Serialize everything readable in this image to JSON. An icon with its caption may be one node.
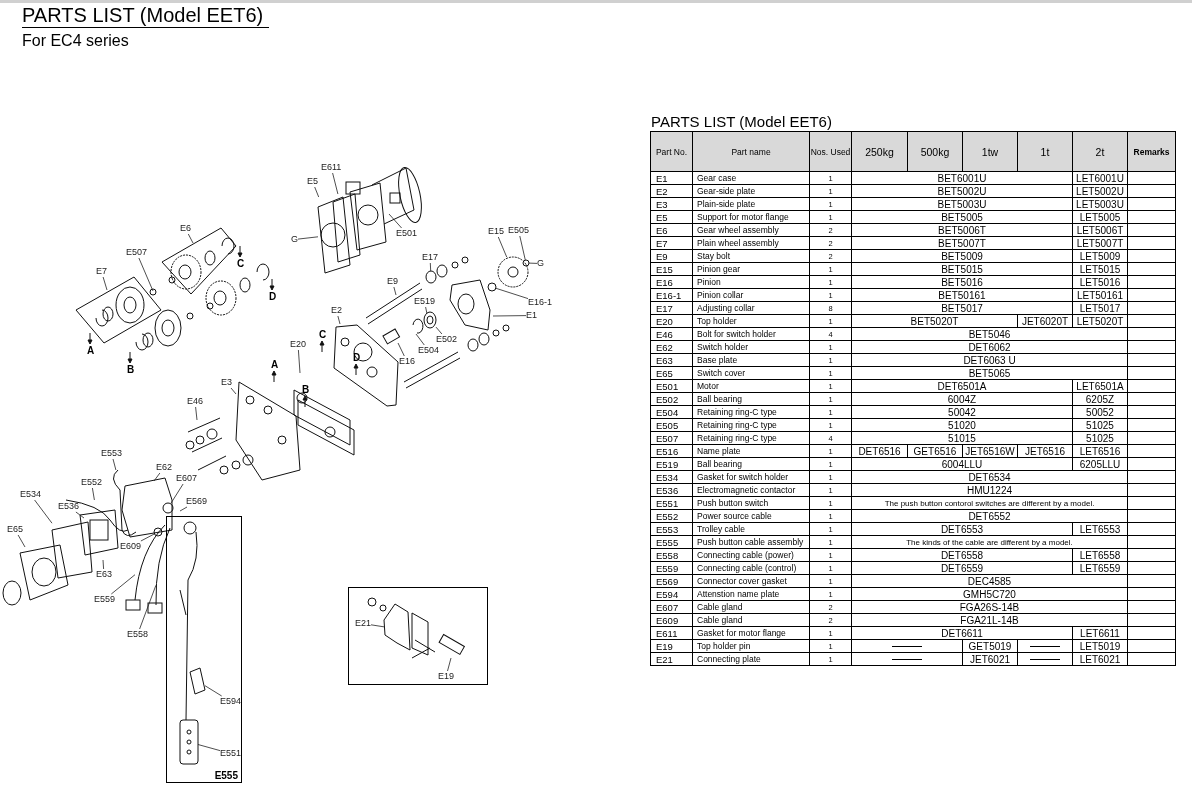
{
  "diagram": {
    "title": "PARTS LIST (Model EET6)",
    "nodes": [
      {
        "text": [
          "E555"
        ]
      },
      {
        "text": [],
        "shape": "box"
      },
      {
        "text": [
          "E611"
        ]
      },
      {
        "text": [
          "E5"
        ]
      },
      {
        "text": [
          "E501"
        ]
      },
      {
        "text": [
          "G"
        ]
      },
      {
        "text": [
          "E6"
        ]
      },
      {
        "text": [
          "E15"
        ]
      },
      {
        "text": [
          "E505"
        ]
      },
      {
        "text": [
          "G"
        ]
      },
      {
        "text": [
          "E7"
        ]
      },
      {
        "text": [
          "E507"
        ]
      },
      {
        "text": [
          "E17"
        ]
      },
      {
        "text": [
          "E9"
        ]
      },
      {
        "text": [
          "E519"
        ]
      },
      {
        "text": [
          "E16-1"
        ]
      },
      {
        "text": [
          "E2"
        ]
      },
      {
        "text": [
          "E1"
        ]
      },
      {
        "text": [
          "E502"
        ]
      },
      {
        "text": [
          "E20"
        ]
      },
      {
        "text": [
          "E504"
        ]
      },
      {
        "text": [
          "E16"
        ]
      },
      {
        "text": [
          "E3"
        ]
      },
      {
        "text": [
          "E46"
        ]
      },
      {
        "text": [
          "E553"
        ]
      },
      {
        "text": [
          "E62"
        ]
      },
      {
        "text": [
          "E607"
        ]
      },
      {
        "text": [
          "E552"
        ]
      },
      {
        "text": [
          "E534"
        ]
      },
      {
        "text": [
          "E569"
        ]
      },
      {
        "text": [
          "E536"
        ]
      },
      {
        "text": [
          "E65"
        ]
      },
      {
        "text": [
          "E609"
        ]
      },
      {
        "text": [
          "E63"
        ]
      },
      {
        "text": [
          "E559"
        ]
      },
      {
        "text": [
          "E558"
        ]
      },
      {
        "text": [
          "E594"
        ],
        "in": 0
      },
      {
        "text": [
          "E551"
        ],
        "in": 0
      },
      {
        "text": [
          "E21"
        ],
        "in": 1
      },
      {
        "text": [
          "E19"
        ],
        "in": 1
      },
      {
        "text": [],
        "shape": "picture"
      },
      {
        "text": [],
        "shape": "picture"
      },
      {
        "text": [],
        "shape": "circle"
      },
      {
        "text": [],
        "shape": "circle"
      },
      {
        "text": [],
        "shape": "picture"
      },
      {
        "text": [],
        "shape": "picture"
      },
      {
        "text": [],
        "shape": "circle"
      },
      {
        "text": [],
        "shape": "picture"
      },
      {
        "text": [],
        "shape": "picture"
      },
      {
        "text": [],
        "shape": "picture"
      },
      {
        "text": [],
        "shape": "circle"
      },
      {
        "text": [],
        "shape": "picture"
      },
      {
        "text": [],
        "shape": "circle"
      },
      {
        "text": [],
        "shape": "picture"
      },
      {
        "text": [],
        "shape": "picture",
        "in": 0
      },
      {
        "text": [],
        "shape": "picture",
        "in": 0
      }
    ],
    "edges": [
      {
        "from": 2,
        "to": 49,
        "arrow": "none"
      },
      {
        "from": 3,
        "to": 40,
        "arrow": "none"
      },
      {
        "from": 4,
        "to": null,
        "arrow": "none"
      },
      {
        "from": 5,
        "to": 40,
        "arrow": "none"
      },
      {
        "from": 6,
        "to": null,
        "arrow": "none"
      },
      {
        "from": 7,
        "to": 41,
        "arrow": "none"
      },
      {
        "from": 8,
        "to": 42,
        "arrow": "none"
      },
      {
        "from": 9,
        "to": 42,
        "arrow": "none"
      },
      {
        "from": 10,
        "to": null,
        "arrow": "none"
      },
      {
        "from": 11,
        "to": null,
        "arrow": "none"
      },
      {
        "from": 12,
        "to": 43,
        "arrow": "none"
      },
      {
        "from": 13,
        "to": null,
        "arrow": "none"
      },
      {
        "from": 14,
        "to": null,
        "arrow": "none"
      },
      {
        "from": 15,
        "to": 50,
        "arrow": "none"
      },
      {
        "from": 16,
        "to": null,
        "arrow": "none"
      },
      {
        "from": 17,
        "to": null,
        "arrow": "none"
      },
      {
        "from": 18,
        "to": 44,
        "arrow": "none"
      },
      {
        "from": 19,
        "to": null,
        "arrow": "none"
      },
      {
        "from": 20,
        "to": null,
        "arrow": "none"
      },
      {
        "from": 21,
        "to": null,
        "arrow": "none"
      },
      {
        "from": 22,
        "to": null,
        "arrow": "none"
      },
      {
        "from": 23,
        "to": null,
        "arrow": "none"
      },
      {
        "from": 24,
        "to": 45,
        "arrow": "none"
      },
      {
        "from": 25,
        "to": null,
        "arrow": "none"
      },
      {
        "from": 26,
        "to": 46,
        "arrow": "none"
      },
      {
        "from": 27,
        "to": 51,
        "arrow": "none"
      },
      {
        "from": 28,
        "to": 47,
        "arrow": "none"
      },
      {
        "from": 29,
        "to": null,
        "arrow": "none"
      },
      {
        "from": 30,
        "to": null,
        "arrow": "none"
      },
      {
        "from": 31,
        "to": null,
        "arrow": "none"
      },
      {
        "from": 32,
        "to": 52,
        "arrow": "none"
      },
      {
        "from": 33,
        "to": null,
        "arrow": "none"
      },
      {
        "from": 34,
        "to": 48,
        "arrow": "none"
      },
      {
        "from": 35,
        "to": 53,
        "arrow": "none"
      },
      {
        "from": 36,
        "to": 54,
        "arrow": "none"
      },
      {
        "from": 37,
        "to": 55,
        "arrow": "none"
      },
      {
        "from": 38,
        "to": null,
        "arrow": "none"
      },
      {
        "from": 39,
        "to": null,
        "arrow": "none"
      }
    ],
    "labels": [
      "For EC4 series",
      "C",
      "D",
      "C",
      "A",
      "D",
      "B",
      "A",
      "B",
      "PARTS LIST (Model EET6)",
      "Part No.",
      "Part name",
      "Nos. Used",
      "250kg",
      "500kg",
      "1tw",
      "1t",
      "2t",
      "Remarks",
      "E1",
      "Gear case",
      "1",
      "BET6001U",
      "LET6001U",
      "E2",
      "Gear-side plate",
      "1",
      "BET5002U",
      "LET5002U",
      "E3",
      "Plain-side plate",
      "1",
      "BET5003U",
      "LET5003U",
      "E5",
      "Support for motor flange",
      "1",
      "BET5005",
      "LET5005",
      "E6",
      "Gear wheel assembly",
      "2",
      "BET5006T",
      "LET5006T",
      "E7",
      "Plain wheel assembly",
      "2",
      "BET5007T",
      "LET5007T",
      "E9",
      "Stay bolt",
      "2",
      "BET5009",
      "LET5009",
      "E15",
      "Pinion gear",
      "1",
      "BET5015",
      "LET5015",
      "E16",
      "Pinion",
      "1",
      "BET5016",
      "LET5016",
      "E16-1",
      "Pinion collar",
      "1",
      "BET50161",
      "LET50161",
      "E17",
      "Adjusting collar",
      "8",
      "BET5017",
      "LET5017",
      "E20",
      "Top holder",
      "1",
      "BET5020T",
      "JET6020T",
      "LET5020T",
      "E46",
      "Bolt for switch holder",
      "4",
      "BET5046",
      "E62",
      "Switch holder",
      "1",
      "DET6062",
      "E63",
      "Base plate",
      "1",
      "DET6063 U",
      "E65",
      "Switch cover",
      "1",
      "BET5065",
      "E501",
      "Motor",
      "1",
      "DET6501A",
      "LET6501A",
      "E502",
      "Ball bearing",
      "1",
      "6004Z",
      "6205Z",
      "E504",
      "Retaining ring-C type",
      "1",
      "50042",
      "50052",
      "E505",
      "Retaining ring-C type",
      "1",
      "51020",
      "51025",
      "E507",
      "Retaining ring-C type",
      "4",
      "51015",
      "51025",
      "E516",
      "Name plate",
      "1",
      "DET6516",
      "GET6516",
      "JET6516W",
      "JET6516",
      "LET6516",
      "E519",
      "Ball bearing",
      "1",
      "6004LLU",
      "6205LLU",
      "E534",
      "Gasket for switch holder",
      "1",
      "DET6534",
      "E536",
      "Electromagnetic contactor",
      "1",
      "HMU1224",
      "E551",
      "Push button switch",
      "1",
      "The push button contorol switches are different by a model.",
      "E552",
      "Power source cable",
      "1",
      "DET6552",
      "E553",
      "Trolley cable",
      "1",
      "DET6553",
      "LET6553",
      "E555",
      "Push button cable assembly",
      "1",
      "The kinds of the cable are different by a model.",
      "E558",
      "Connecting cable (power)",
      "1",
      "DET6558",
      "LET6558",
      "E559",
      "Connecting cable (control)",
      "1",
      "DET6559",
      "LET6559",
      "E569",
      "Connector cover gasket",
      "1",
      "DEC4585",
      "E594",
      "Attenstion name plate",
      "1",
      "GMH5C720",
      "E607",
      "Cable gland",
      "2",
      "FGA26S-14B",
      "E609",
      "Cable gland",
      "2",
      "FGA21L-14B",
      "E611",
      "Gasket for motor flange",
      "1",
      "DET6611",
      "LET6611",
      "E19",
      "Top holder pin",
      "1",
      "GET5019",
      "LET5019",
      "E21",
      "Connecting plate",
      "1",
      "JET6021",
      "LET6021"
    ]
  }
}
